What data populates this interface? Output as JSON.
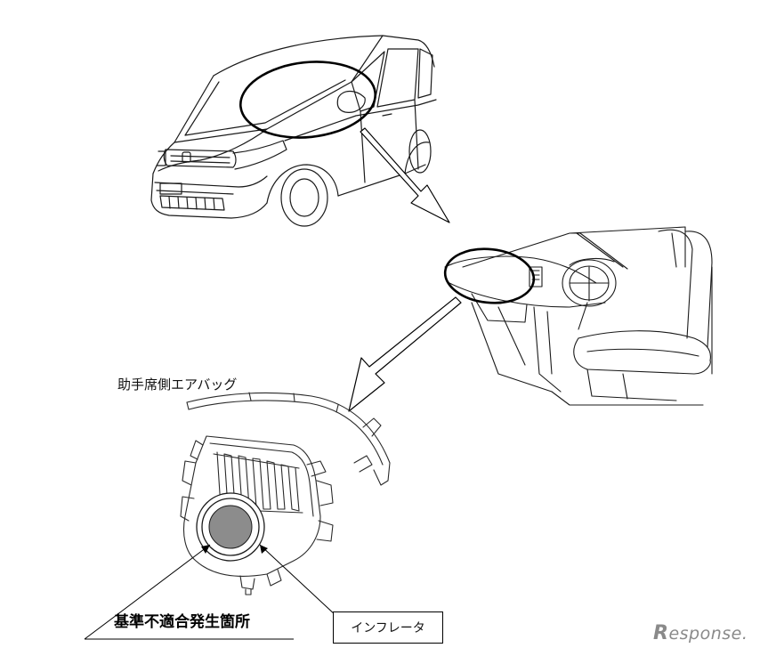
{
  "labels": {
    "airbag_title": "助手席側エアバッグ",
    "defect_location": "基準不適合発生箇所",
    "inflator": "インフレータ"
  },
  "watermark": {
    "brand_initial": "R",
    "brand_rest": "esponse."
  },
  "colors": {
    "line": "#1a1a1a",
    "inflator_core": "#8c8c8c",
    "watermark": "#8a8a8a"
  }
}
